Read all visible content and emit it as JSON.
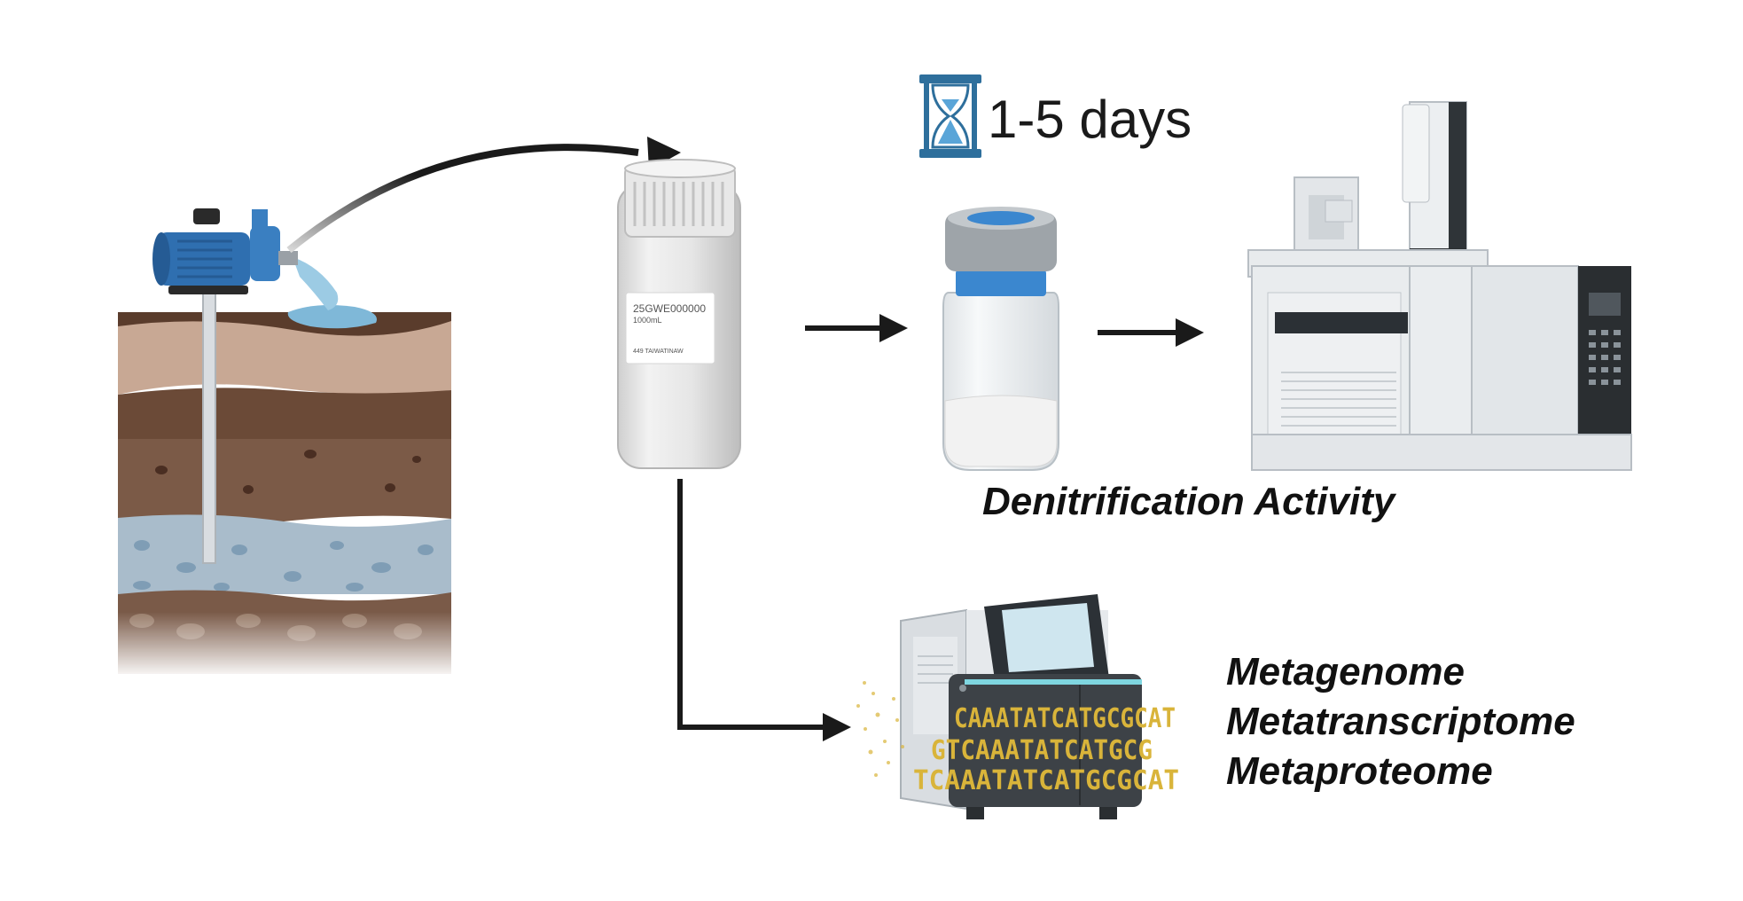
{
  "duration": {
    "text": "1-5 days",
    "icon": "hourglass-icon"
  },
  "bottle_label": {
    "line1": "25GWE000000",
    "line2": "1000mL",
    "line3": "449 TAIWATINAW"
  },
  "activity_label": "Denitrification Activity",
  "omics": [
    "Metagenome",
    "Metatranscriptome",
    "Metaproteome"
  ],
  "dna_text": {
    "row1": "CAAATATCATGCGCAT",
    "row2": "GTCAAATATCATGCG",
    "row3": "TCAAATATCATGCGCAT"
  },
  "colors": {
    "arrow": "#1a1a1a",
    "pump": "#2f6fb0",
    "water": "#7fb8d8",
    "soil_dark": "#5a3c2c",
    "soil_light": "#c8a894",
    "groundwater": "#a9bccb",
    "dna": "#d9b43a",
    "vial_cap": "#3b87cf"
  }
}
